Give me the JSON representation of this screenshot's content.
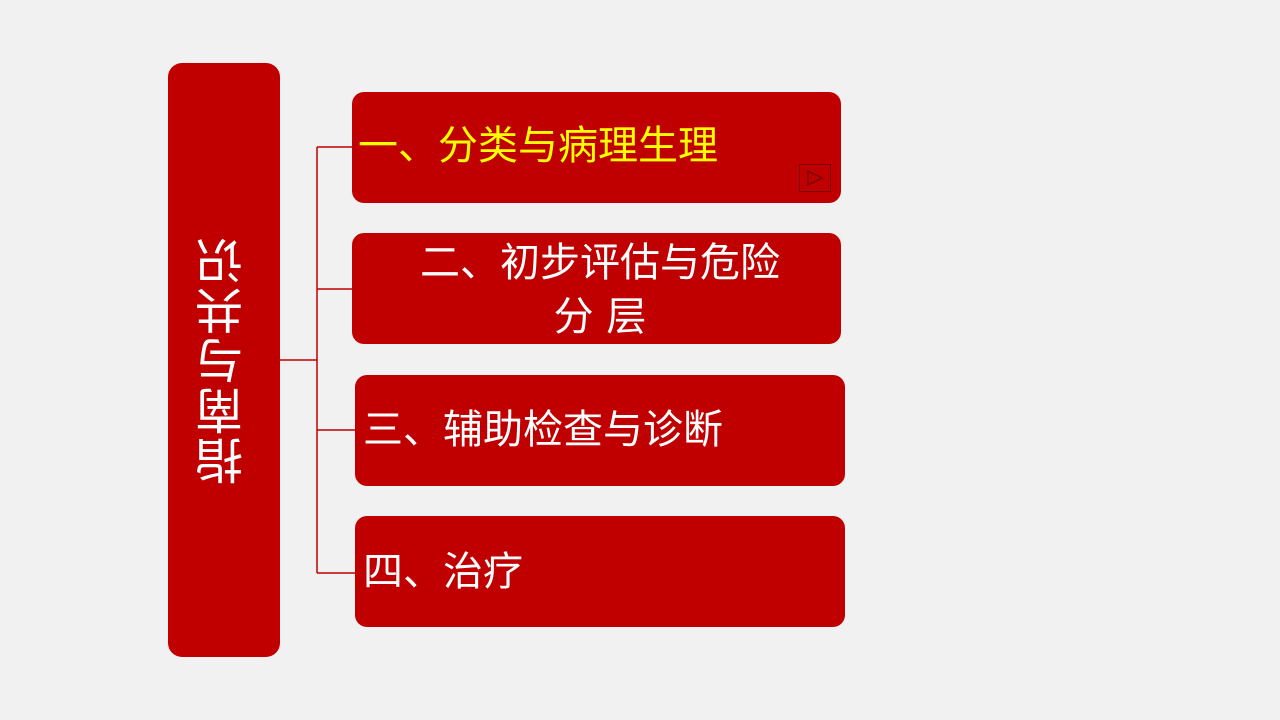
{
  "root": {
    "label": "指南与共识"
  },
  "branches": [
    {
      "label": "一、分类与病理生理"
    },
    {
      "label": "二、初步评估与危险\n分    层"
    },
    {
      "label": "三、辅助检查与诊断"
    },
    {
      "label": "四、治疗"
    }
  ],
  "colors": {
    "background": "#f2f1f1",
    "box": "#c00000",
    "text": "#ffffff",
    "highlight_text": "#ffff00",
    "connector": "#c00000"
  },
  "icons": {
    "branch_1_action": "play-icon"
  }
}
